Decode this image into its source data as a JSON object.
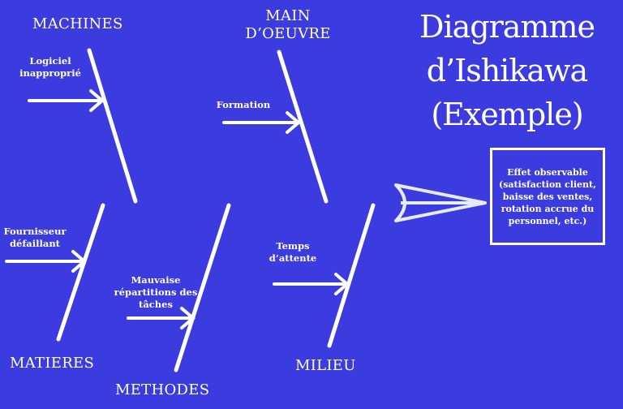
{
  "title": {
    "line1": "Diagramme",
    "line2": "d’Ishikawa",
    "line3": "(Exemple)"
  },
  "effect": "Effet observable (satisfaction client, baisse des ventes, rotation accrue du personnel, etc.)",
  "categories": {
    "machines": "MACHINES",
    "main_oeuvre_line1": "MAIN",
    "main_oeuvre_line2": "D’OEUVRE",
    "matieres": "MATIERES",
    "methodes": "METHODES",
    "milieu": "MILIEU"
  },
  "causes": {
    "logiciel_line1": "Logiciel",
    "logiciel_line2": "inapproprié",
    "formation": "Formation",
    "fournisseur_line1": "Fournisseur",
    "fournisseur_line2": "défaillant",
    "mauvaise_line1": "Mauvaise",
    "mauvaise_line2": "répartitions des",
    "mauvaise_line3": "tâches",
    "temps_line1": "Temps",
    "temps_line2": "d’attente"
  },
  "colors": {
    "background": "#3b3be0",
    "lines": "#ffffff",
    "spine": "#e6ecff"
  }
}
